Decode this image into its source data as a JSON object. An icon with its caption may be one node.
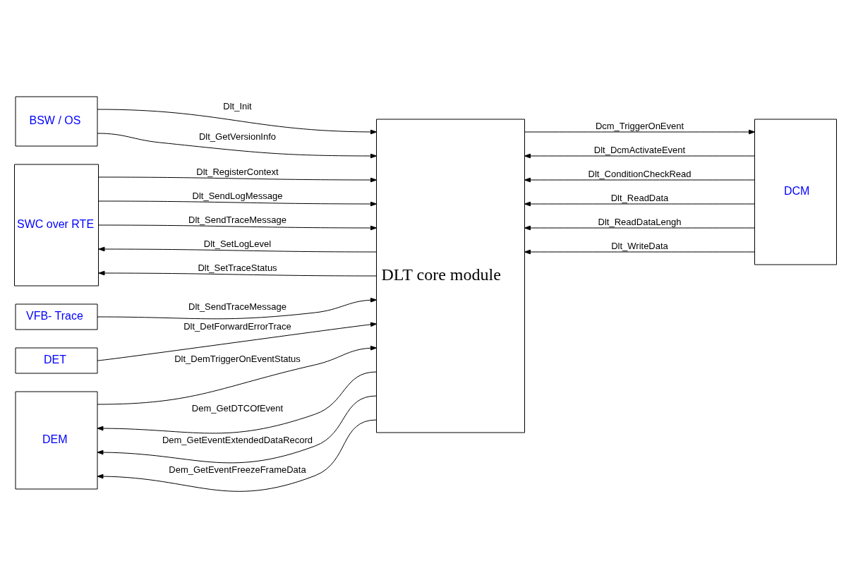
{
  "diagram": {
    "nodes": [
      {
        "text": [
          "BSW / OS"
        ]
      },
      {
        "text": [
          "SWC over RTE"
        ]
      },
      {
        "text": [
          "VFB- Trace"
        ]
      },
      {
        "text": [
          "DET"
        ]
      },
      {
        "text": [
          "DEM"
        ]
      },
      {
        "text": [
          "DLT core module"
        ]
      },
      {
        "text": [
          "DCM"
        ]
      }
    ],
    "edges": [
      {
        "from": 0,
        "to": 5,
        "arrow": "to",
        "label": "Dlt_Init"
      },
      {
        "from": 0,
        "to": 5,
        "arrow": "to",
        "label": "Dlt_GetVersionInfo"
      },
      {
        "from": 1,
        "to": 5,
        "arrow": "to",
        "label": "Dlt_RegisterContext"
      },
      {
        "from": 1,
        "to": 5,
        "arrow": "to",
        "label": "Dlt_SendLogMessage"
      },
      {
        "from": 1,
        "to": 5,
        "arrow": "to",
        "label": "Dlt_SendTraceMessage"
      },
      {
        "from": 5,
        "to": 1,
        "arrow": "to",
        "label": "Dlt_SetLogLevel"
      },
      {
        "from": 5,
        "to": 1,
        "arrow": "to",
        "label": "Dlt_SetTraceStatus"
      },
      {
        "from": 2,
        "to": 5,
        "arrow": "to",
        "label": "Dlt_SendTraceMessage"
      },
      {
        "from": 3,
        "to": 5,
        "arrow": "to",
        "label": "Dlt_DetForwardErrorTrace"
      },
      {
        "from": 4,
        "to": 5,
        "arrow": "to",
        "label": "Dlt_DemTriggerOnEventStatus"
      },
      {
        "from": 5,
        "to": 4,
        "arrow": "to",
        "label": "Dem_GetDTCOfEvent"
      },
      {
        "from": 5,
        "to": 4,
        "arrow": "to",
        "label": "Dem_GetEventExtendedDataRecord"
      },
      {
        "from": 5,
        "to": 4,
        "arrow": "to",
        "label": "Dem_GetEventFreezeFrameData"
      },
      {
        "from": 5,
        "to": 6,
        "arrow": "to",
        "label": "Dcm_TriggerOnEvent"
      },
      {
        "from": 6,
        "to": 5,
        "arrow": "to",
        "label": "Dlt_DcmActivateEvent"
      },
      {
        "from": 6,
        "to": 5,
        "arrow": "to",
        "label": "Dlt_ConditionCheckRead"
      },
      {
        "from": 6,
        "to": 5,
        "arrow": "to",
        "label": "Dlt_ReadData"
      },
      {
        "from": 6,
        "to": 5,
        "arrow": "to",
        "label": "Dlt_ReadDataLengh"
      },
      {
        "from": 6,
        "to": 5,
        "arrow": "to",
        "label": "Dlt_WriteData"
      }
    ]
  }
}
